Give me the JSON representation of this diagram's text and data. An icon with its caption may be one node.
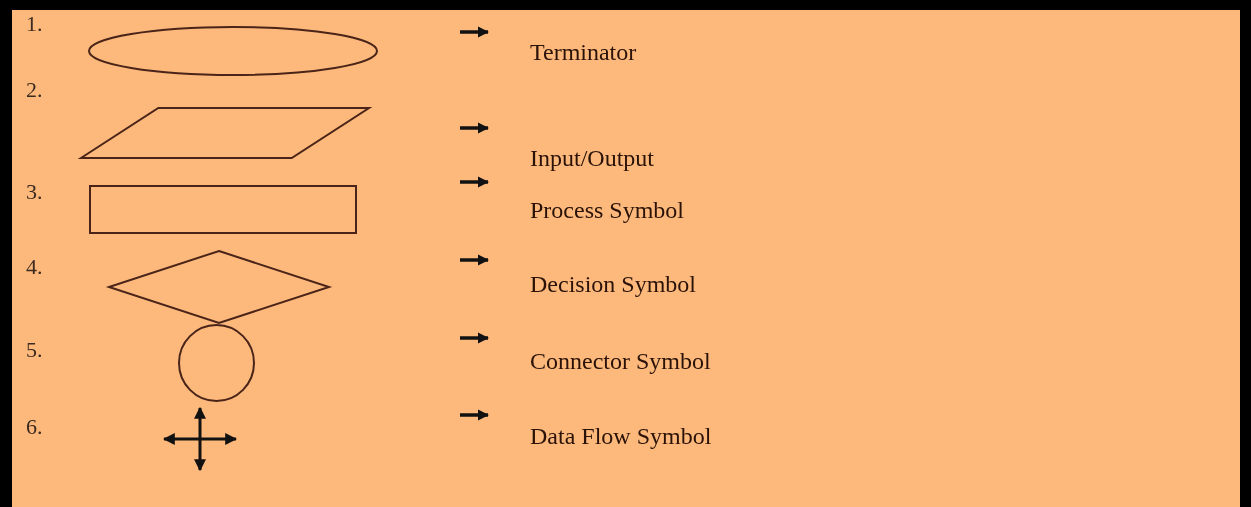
{
  "diagram": {
    "nodes": [
      {
        "text": [],
        "shape": "oval"
      },
      {
        "text": [
          "Terminator"
        ]
      },
      {
        "text": [],
        "shape": "parallelogram"
      },
      {
        "text": [
          "Input/Output"
        ]
      },
      {
        "text": [],
        "shape": "box"
      },
      {
        "text": [
          "Process Symbol"
        ]
      },
      {
        "text": [],
        "shape": "diamond"
      },
      {
        "text": [
          "Decision Symbol"
        ]
      },
      {
        "text": [],
        "shape": "circle"
      },
      {
        "text": [
          "Connector Symbol"
        ]
      },
      {
        "text": [],
        "shape": "arrows"
      },
      {
        "text": [
          "Data Flow Symbol"
        ]
      }
    ],
    "edges": [
      {
        "from": null,
        "to": 1,
        "arrow": "to"
      },
      {
        "from": null,
        "to": 3,
        "arrow": "to"
      },
      {
        "from": null,
        "to": 5,
        "arrow": "to"
      },
      {
        "from": null,
        "to": 7,
        "arrow": "to"
      },
      {
        "from": null,
        "to": 9,
        "arrow": "to"
      },
      {
        "from": null,
        "to": 11,
        "arrow": "to"
      }
    ],
    "labels": [
      "1.",
      "2.",
      "3.",
      "4.",
      "5.",
      "6."
    ]
  }
}
